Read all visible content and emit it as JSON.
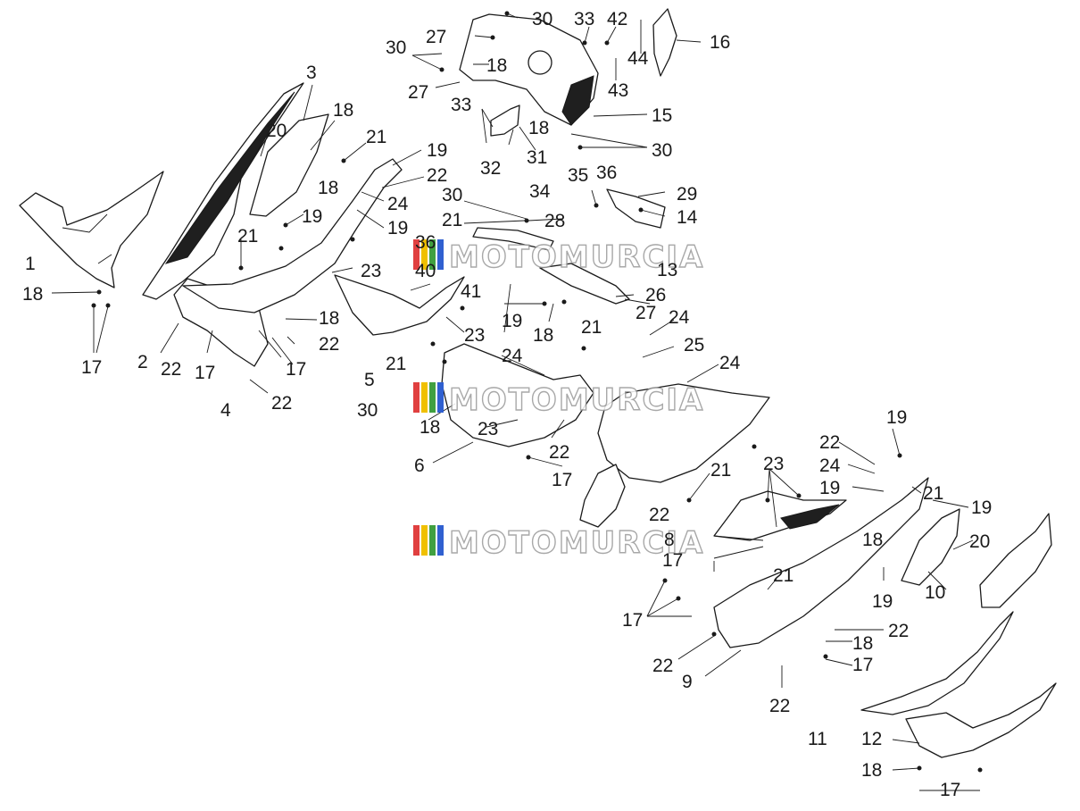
{
  "watermark": {
    "text": "MOTOMURCIA",
    "stripe_colors": [
      "#e04040",
      "#f0c000",
      "#40a040",
      "#3060d0"
    ]
  },
  "callouts": [
    "1",
    "2",
    "3",
    "4",
    "5",
    "6",
    "8",
    "9",
    "10",
    "11",
    "12",
    "13",
    "14",
    "15",
    "16",
    "17",
    "18",
    "19",
    "20",
    "21",
    "22",
    "23",
    "24",
    "25",
    "26",
    "27",
    "28",
    "29",
    "30",
    "31",
    "32",
    "33",
    "34",
    "35",
    "36",
    "40",
    "41",
    "42",
    "43",
    "44"
  ]
}
